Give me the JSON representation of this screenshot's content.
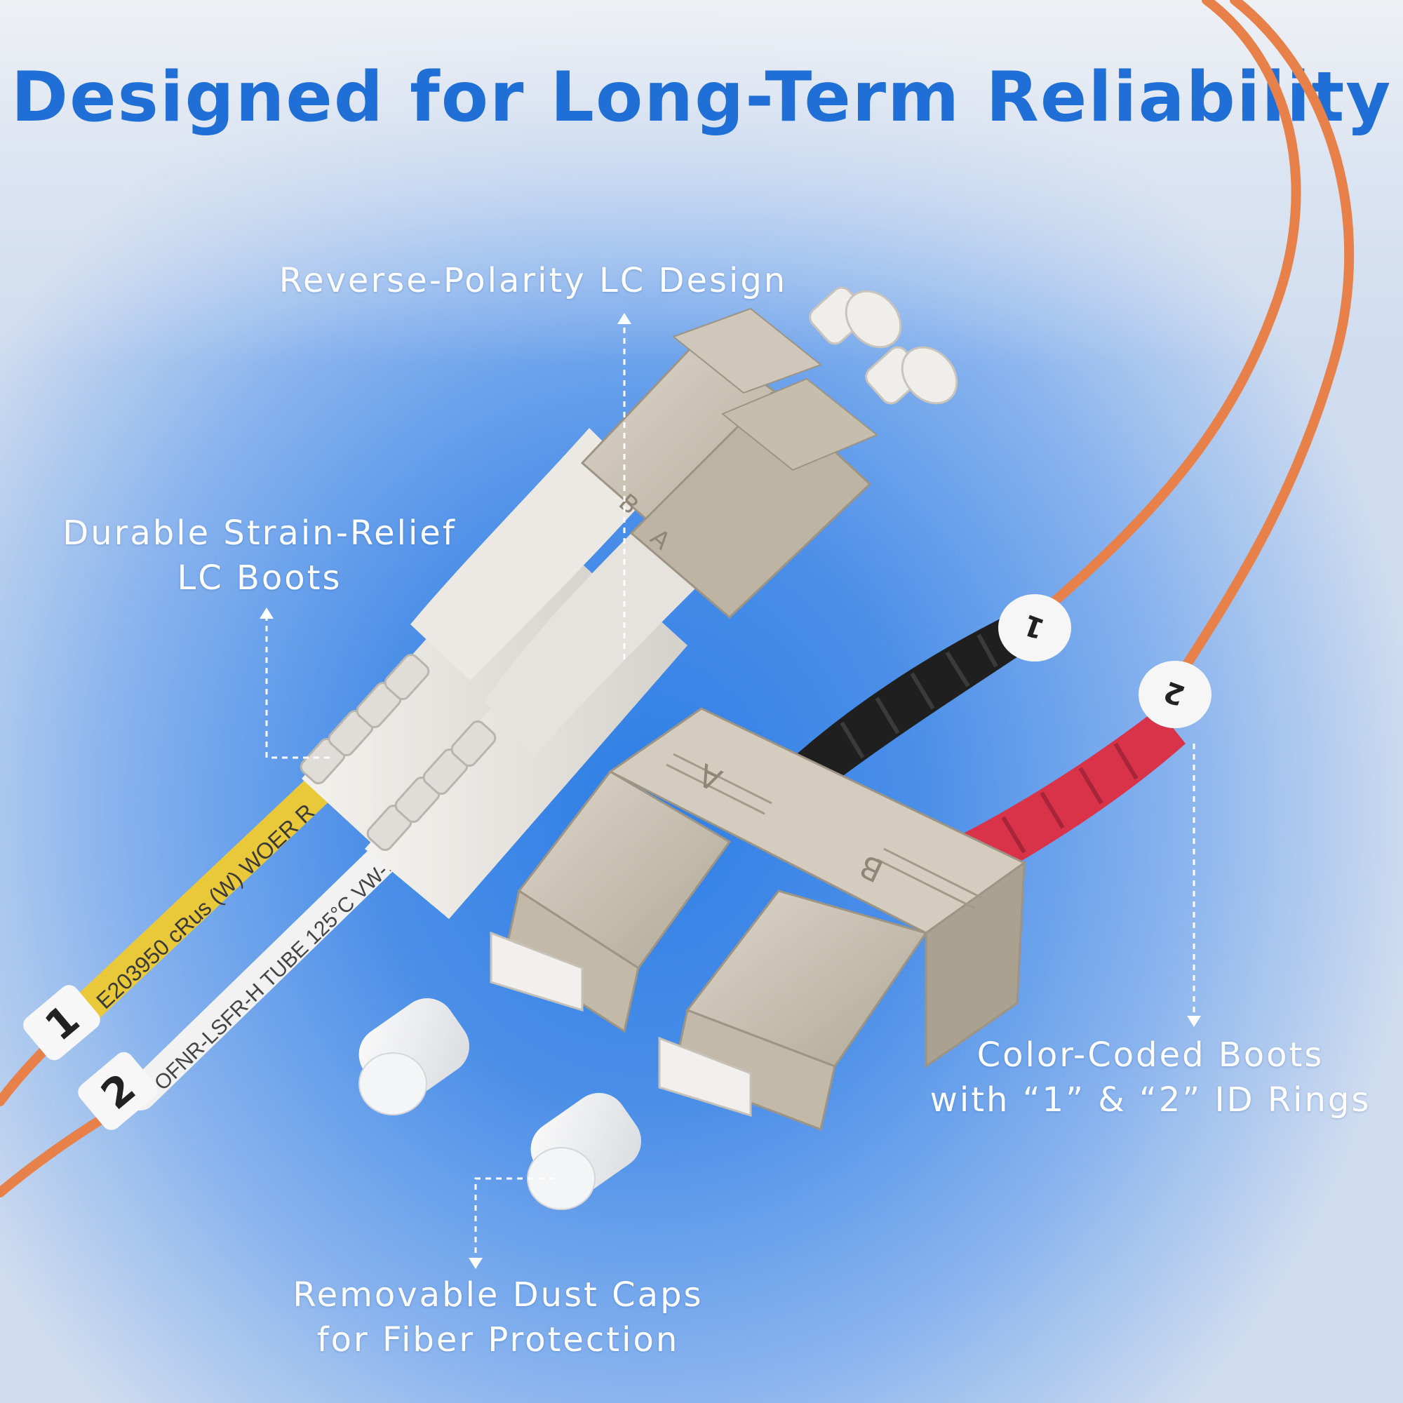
{
  "title": "Designed for Long-Term Reliability",
  "callouts": {
    "reverse_polarity": "Reverse-Polarity LC Design",
    "strain_relief": [
      "Durable Strain-Relief",
      "LC Boots"
    ],
    "color_coded": [
      "Color-Coded Boots",
      "with “1” & “2” ID Rings"
    ],
    "dust_caps": [
      "Removable Dust Caps",
      "for Fiber Protection"
    ]
  },
  "cable_printing": {
    "yellow_jacket": "E203950 cRus (W) WOER R",
    "white_jacket": "OFNR-LSFR-H TUBE 125°C VW-1 H"
  },
  "id_rings": [
    "1",
    "2"
  ],
  "connector_letters": [
    "A",
    "B"
  ],
  "colors": {
    "title": "#1f6fd6",
    "cable_orange": "#e8804a",
    "connector_beige": "#c9c1b2",
    "boot_black": "#1f1f1f",
    "boot_red": "#d9334a",
    "boot_white": "#eceae6",
    "jacket_yellow": "#e9c93a"
  }
}
